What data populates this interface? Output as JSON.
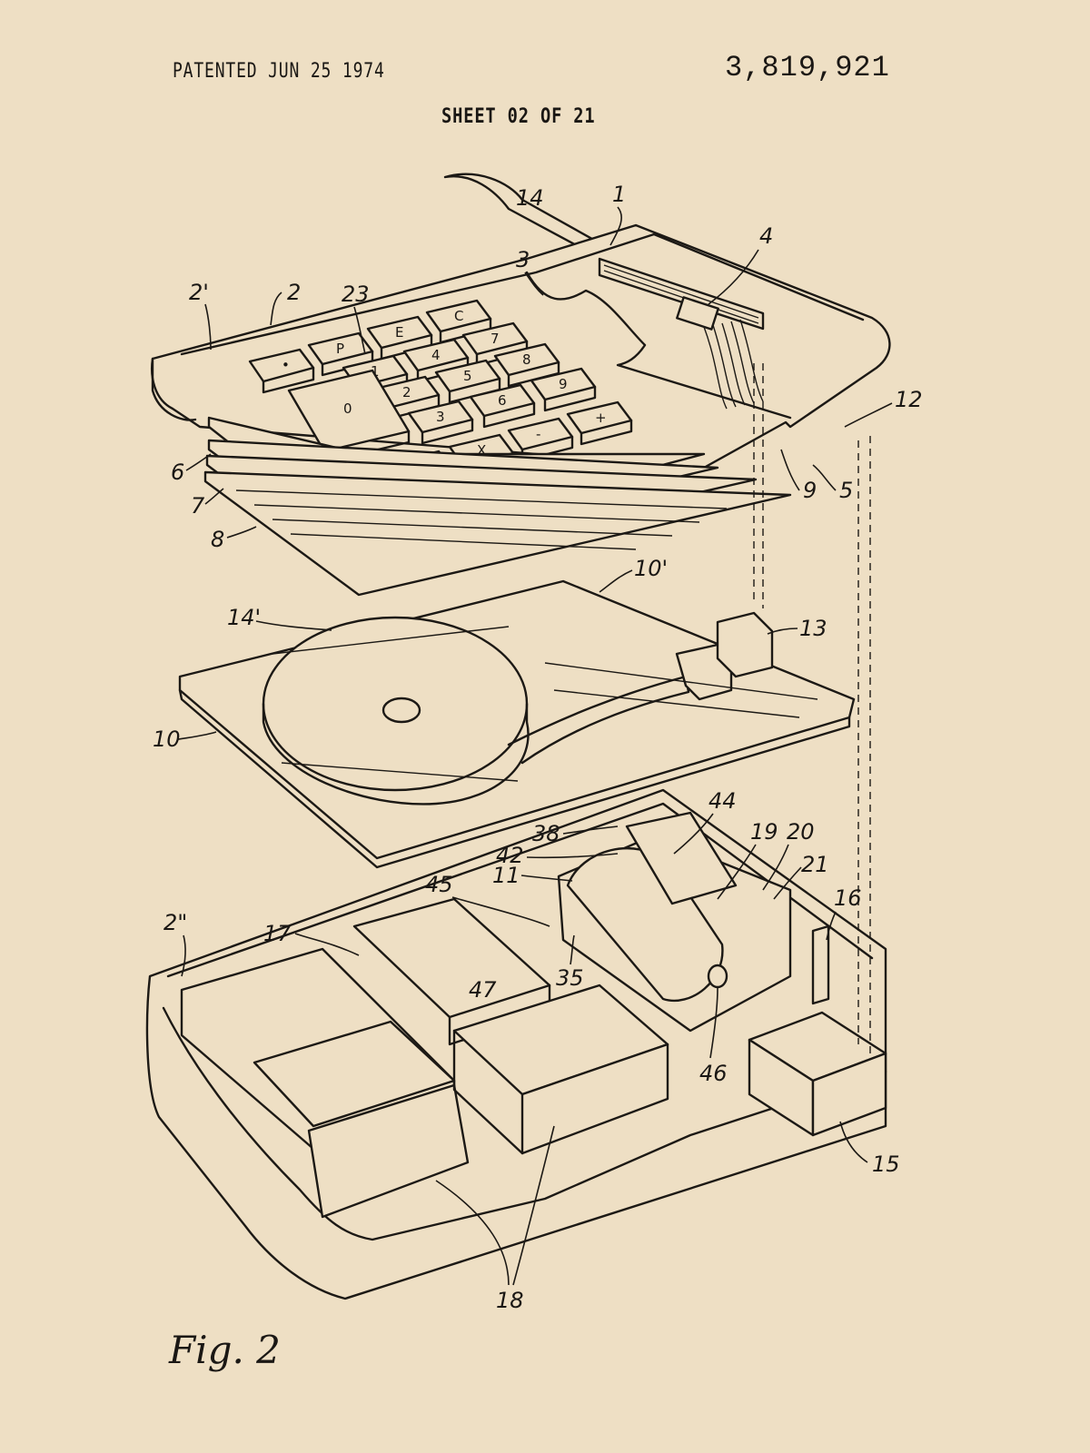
{
  "header": {
    "patent_date": "PATENTED JUN 25 1974",
    "patent_number": "3,819,921",
    "sheet": "SHEET 02 OF 21"
  },
  "figure": {
    "caption": "Fig. 2",
    "labels": {
      "l1": "1",
      "l2": "2",
      "l2p": "2'",
      "l2pp": "2\"",
      "l3": "3",
      "l4": "4",
      "l5": "5",
      "l6": "6",
      "l7": "7",
      "l8": "8",
      "l9": "9",
      "l10": "10",
      "l10p": "10'",
      "l11": "11",
      "l12": "12",
      "l13": "13",
      "l14": "14",
      "l14p": "14'",
      "l15": "15",
      "l16": "16",
      "l17": "17",
      "l18": "18",
      "l19": "19",
      "l20": "20",
      "l21": "21",
      "l23": "23",
      "l35": "35",
      "l38": "38",
      "l42": "42",
      "l44": "44",
      "l45": "45",
      "l46": "46",
      "l47": "47"
    },
    "keys": {
      "k_dot": "•",
      "k_p": "P",
      "k_e": "E",
      "k_c": "C",
      "k_1": "1",
      "k_4": "4",
      "k_7": "7",
      "k_2": "2",
      "k_5": "5",
      "k_8": "8",
      "k_0": "0",
      "k_3": "3",
      "k_6": "6",
      "k_9": "9",
      "k_div": "÷",
      "k_x": "X",
      "k_minus": "-",
      "k_plus": "+"
    }
  }
}
